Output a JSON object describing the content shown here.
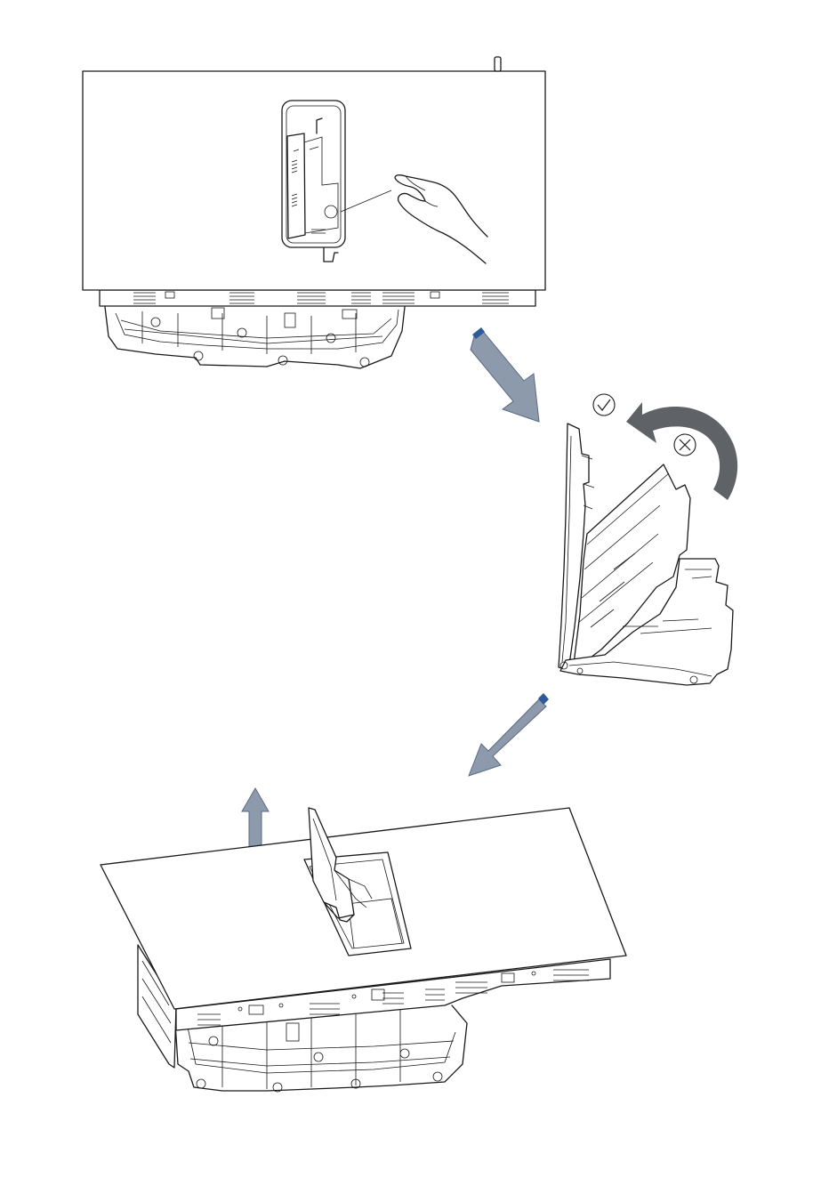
{
  "diagram": {
    "steps": [
      {
        "id": "step-1",
        "description_name": "top-view-hand-pull"
      },
      {
        "id": "step-2",
        "description_name": "filter-tilt-open"
      },
      {
        "id": "step-3",
        "description_name": "perspective-lift-out"
      }
    ],
    "icons": {
      "correct": "check-circle-icon",
      "wrong": "x-circle-icon",
      "rotate": "curved-rotate-arrow-icon",
      "hand": "hand-pinch-icon"
    },
    "colors": {
      "arrow_fill": "#8d9aac",
      "arrow_edge": "#5a6b85",
      "arrow_tail": "#2c5a9a",
      "rotate_arrow": "#5f6266",
      "line": "#1a1a1a"
    }
  }
}
